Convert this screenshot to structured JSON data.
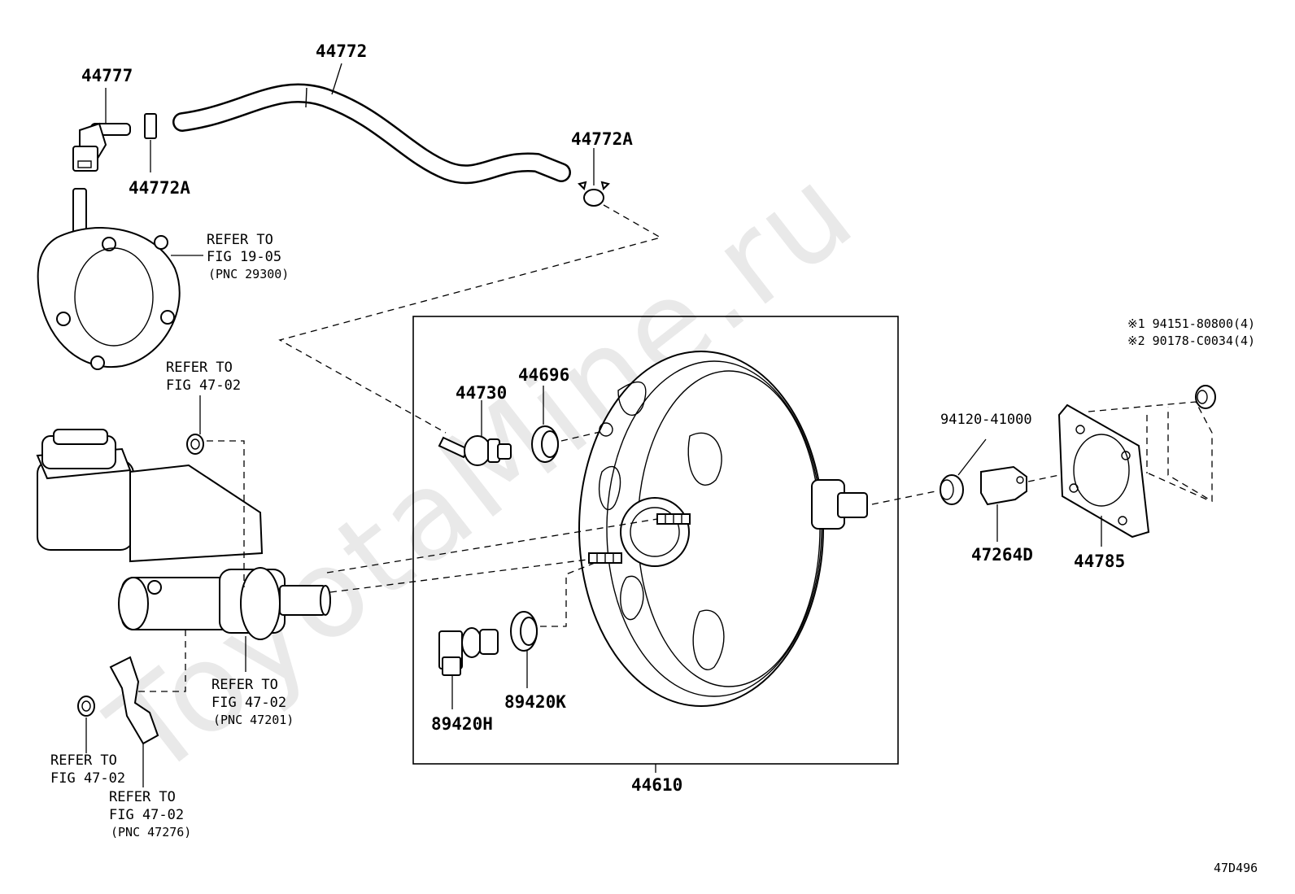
{
  "watermark": "ToyotaMine.ru",
  "figure_code": "47D496",
  "group": {
    "assembly_number": "44610"
  },
  "parts": {
    "hose": "44772",
    "check_valve": "44777",
    "clip_left": "44772A",
    "clip_right": "44772A",
    "vacuum_union": "44730",
    "grommet_upper": "44696",
    "sensor": "89420H",
    "grommet_lower": "89420K",
    "pin": "94120-41000",
    "clevis": "47264D",
    "gasket": "44785"
  },
  "nuts": {
    "line1": "※1 94151-80800(4)",
    "line2": "※2 90178-C0034(4)"
  },
  "refs": {
    "vacuum_pump": {
      "line1": "REFER TO",
      "line2": "FIG 19-05",
      "line3": "(PNC 29300)"
    },
    "reservoir_cap": {
      "line1": "REFER TO",
      "line2": "FIG 47-02"
    },
    "master_cylinder": {
      "line1": "REFER TO",
      "line2": "FIG 47-02",
      "line3": "(PNC 47201)"
    },
    "grommet_bottom": {
      "line1": "REFER TO",
      "line2": "FIG 47-02"
    },
    "bracket": {
      "line1": "REFER TO",
      "line2": "FIG 47-02",
      "line3": "(PNC 47276)"
    }
  }
}
